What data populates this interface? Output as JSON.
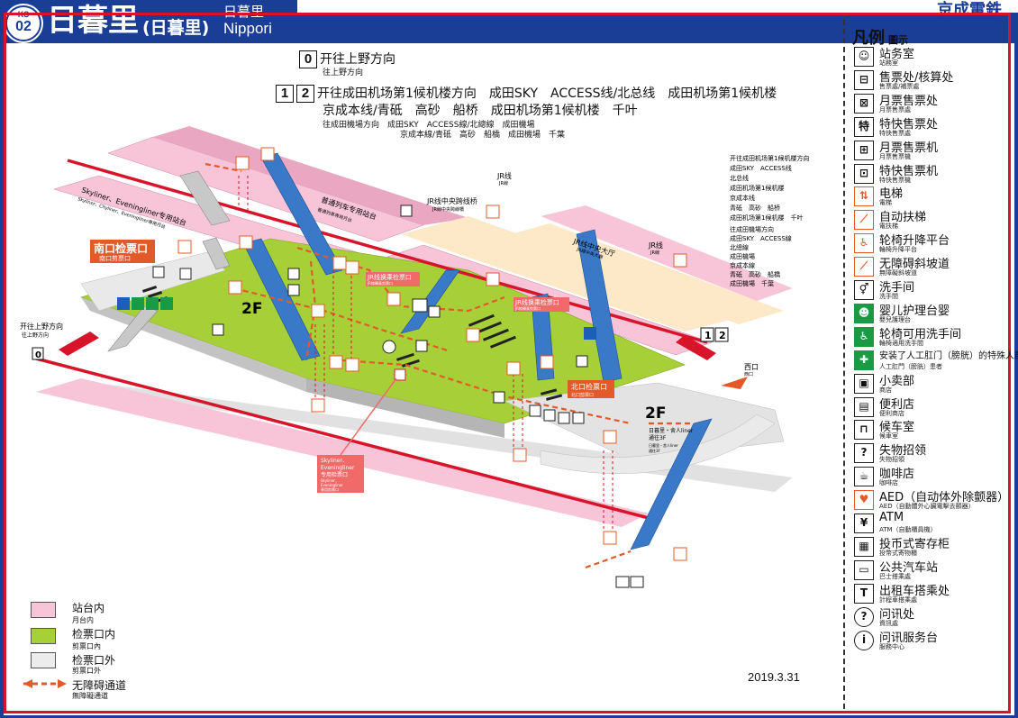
{
  "header": {
    "line_code": "KS",
    "station_number": "02",
    "station_name": "日暮里",
    "station_name_paren": "(日暮里)",
    "station_name_sub": "日暮里",
    "station_name_roman": "Nippori",
    "brand": "京成電鉄"
  },
  "directions": {
    "dir0": {
      "platform": "0",
      "label": "开往上野方向",
      "label_ja": "往上野方向"
    },
    "dir12": {
      "platforms": [
        "1",
        "2"
      ],
      "label_line1": "开往成田机场第1候机楼方向　成田SKY　ACCESS线/北总线　成田机场第1候机楼",
      "label_line2": "京成本线/青砥　高砂　船桥　成田机场第1候机楼　千叶",
      "ja_line1": "往成田機場方向　成田SKY　ACCESS線/北總線　成田機場",
      "ja_line2": "京成本線/青砥　高砂　船橋　成田機場　千葉"
    }
  },
  "map": {
    "floor_left": "2F",
    "floor_right": "2F",
    "platform_ordinary": "普通列车专用站台",
    "platform_ordinary_ja": "普通列車専用月台",
    "platform_skyliner": "Skyliner、Eveningliner专用站台",
    "platform_skyliner_ja": "Skyliner、Cityliner、Eveningliner専用月台",
    "jr_bridge": "JR线中央跨线桥",
    "jr_bridge_ja": "JR線中央跨線橋",
    "jr_line": "JR线",
    "jr_line_ja": "JR線",
    "jr_line2": "JR线",
    "jr_line2_ja": "JR線",
    "jr_hall": "JR线中央大厅",
    "jr_hall_ja": "JR線中央大廳",
    "south_gate": "南口检票口",
    "south_gate_ja": "南口剪票口",
    "north_gate": "北口检票口",
    "north_gate_ja": "北口剪票口",
    "jr_transfer_gate_a": "JR线换乘检票口",
    "jr_transfer_gate_a_ja": "JR線轉乘剪票口",
    "jr_transfer_gate_b": "JR线换乘检票口",
    "jr_transfer_gate_b_ja": "JR線轉乘剪票口",
    "skyliner_gate": [
      "Skyliner、",
      "Eveningliner",
      "专用检票口"
    ],
    "skyliner_gate_ja": [
      "Skyliner、",
      "Eveningliner",
      "専用剪票口"
    ],
    "west_exit": "西口",
    "west_exit_ja": "西口",
    "toneri": "日暮里・舍人liner",
    "toneri_sub": "通往3F",
    "toneri_ja": "日暮里・舍人liner",
    "toneri_ja_sub": "通往3F",
    "left_dir": "开往上野方向",
    "left_dir_ja": "往上野方向",
    "left_platform": "0",
    "right_platforms": [
      "1",
      "2"
    ],
    "right_text": [
      "开往成田机场第1候机楼方向",
      "成田SKY　ACCESS线",
      "北总线",
      "成田机场第1候机楼",
      "京成本线",
      "青砥　高砂　船桥",
      "成田机场第1候机楼　千叶",
      "往成田機場方向",
      "成田SKY　ACCESS線",
      "北總線",
      "成田機場",
      "京成本線",
      "青砥　高砂　船橋",
      "成田機場　千葉"
    ]
  },
  "bottom_legend": [
    {
      "label": "站台内",
      "sub": "月台内",
      "color": "#f7c4d8"
    },
    {
      "label": "检票口内",
      "sub": "剪票口內",
      "color": "#a6cf38"
    },
    {
      "label": "检票口外",
      "sub": "剪票口外",
      "color": "#ececec"
    },
    {
      "label": "无障碍通道",
      "sub": "無障礙通道",
      "color": "#e35a2a"
    }
  ],
  "legend": {
    "title": "凡例",
    "title_sub": "圖示",
    "items": [
      {
        "icon": "station-office-icon",
        "glyph": "☺",
        "style": "",
        "label": "站务室",
        "sub": "站務室"
      },
      {
        "icon": "ticket-machine-icon",
        "glyph": "⊟",
        "style": "",
        "label": "售票处/核算处",
        "sub": "售票處/補票處"
      },
      {
        "icon": "commuter-pass-office-icon",
        "glyph": "⊠",
        "style": "",
        "label": "月票售票处",
        "sub": "月票售票處"
      },
      {
        "icon": "limited-express-office-icon",
        "glyph": "特",
        "style": "",
        "label": "特快售票处",
        "sub": "特快售票處"
      },
      {
        "icon": "commuter-pass-machine-icon",
        "glyph": "⊞",
        "style": "",
        "label": "月票售票机",
        "sub": "月票售票機"
      },
      {
        "icon": "limited-express-machine-icon",
        "glyph": "⊡",
        "style": "",
        "label": "特快售票机",
        "sub": "特快售票機"
      },
      {
        "icon": "elevator-icon",
        "glyph": "⇅",
        "style": "red",
        "label": "电梯",
        "sub": "電梯"
      },
      {
        "icon": "escalator-icon",
        "glyph": "⟋",
        "style": "red",
        "label": "自动扶梯",
        "sub": "電扶梯"
      },
      {
        "icon": "wheelchair-lift-icon",
        "glyph": "♿",
        "style": "red",
        "label": "轮椅升降平台",
        "sub": "輪椅升降平台"
      },
      {
        "icon": "slope-icon",
        "glyph": "⟋",
        "style": "red",
        "label": "无障碍斜坡道",
        "sub": "無障礙斜坡道"
      },
      {
        "icon": "restroom-icon",
        "glyph": "⚥",
        "style": "",
        "label": "洗手间",
        "sub": "洗手間"
      },
      {
        "icon": "baby-care-icon",
        "glyph": "☻",
        "style": "green",
        "label": "婴儿护理台婴",
        "sub": "嬰兒護理台"
      },
      {
        "icon": "accessible-toilet-icon",
        "glyph": "♿",
        "style": "green",
        "label": "轮椅可用洗手间",
        "sub": "輪椅適用洗手間"
      },
      {
        "icon": "ostomate-icon",
        "glyph": "✚",
        "style": "green",
        "label": "安装了人工肛门（膀胱）的特殊人群",
        "sub": "人工肛門（膀胱）患者"
      },
      {
        "icon": "kiosk-icon",
        "glyph": "▣",
        "style": "",
        "label": "小卖部",
        "sub": "商店"
      },
      {
        "icon": "convenience-store-icon",
        "glyph": "▤",
        "style": "",
        "label": "便利店",
        "sub": "便利商店"
      },
      {
        "icon": "waiting-room-icon",
        "glyph": "⊓",
        "style": "",
        "label": "候车室",
        "sub": "候車室"
      },
      {
        "icon": "lost-and-found-icon",
        "glyph": "?",
        "style": "",
        "label": "失物招领",
        "sub": "失物招領"
      },
      {
        "icon": "cafe-icon",
        "glyph": "☕",
        "style": "",
        "label": "咖啡店",
        "sub": "咖啡店"
      },
      {
        "icon": "aed-icon",
        "glyph": "♥",
        "style": "red",
        "label": "AED（自动体外除颤器）",
        "sub": "AED（自動體外心臟電擊去顫器）"
      },
      {
        "icon": "atm-icon",
        "glyph": "¥",
        "style": "",
        "label": "ATM",
        "sub": "ATM（自動櫃員機）"
      },
      {
        "icon": "coin-locker-icon",
        "glyph": "▦",
        "style": "",
        "label": "投币式寄存柜",
        "sub": "投幣式寄物櫃"
      },
      {
        "icon": "bus-stop-icon",
        "glyph": "▭",
        "style": "",
        "label": "公共汽车站",
        "sub": "巴士搭乘處"
      },
      {
        "icon": "taxi-icon",
        "glyph": "T",
        "style": "",
        "label": "出租车搭乘处",
        "sub": "計程車搭乘處"
      },
      {
        "icon": "information-icon",
        "glyph": "?",
        "style": "round",
        "label": "问讯处",
        "sub": "資訊處"
      },
      {
        "icon": "information-center-icon",
        "glyph": "i",
        "style": "round",
        "label": "问讯服务台",
        "sub": "服務中心"
      }
    ]
  },
  "date": "2019.3.31"
}
